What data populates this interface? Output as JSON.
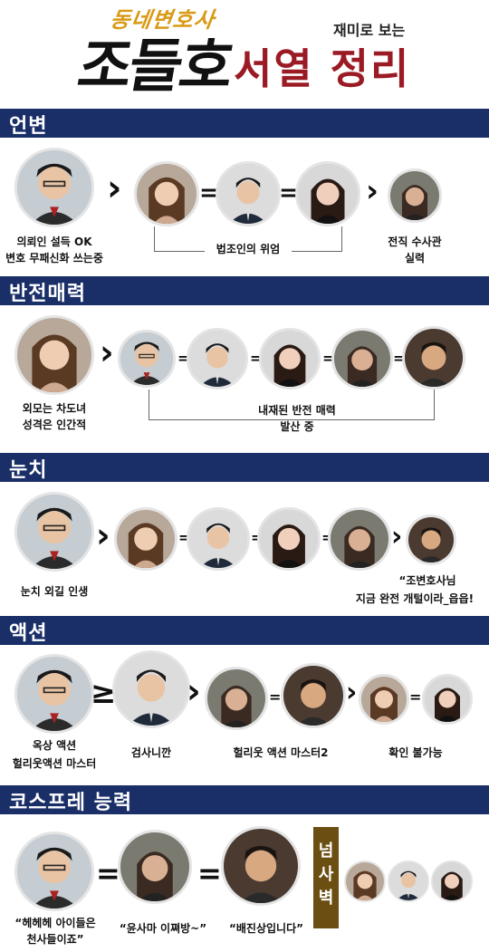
{
  "header": {
    "logo_small": "동네변호사",
    "logo_big": "조들호",
    "subtitle_small": "재미로 보는",
    "subtitle_big": "서열 정리"
  },
  "sections": {
    "s1": {
      "title": "언변",
      "cap1": "의뢰인 설득 OK",
      "cap2": "변호 무패신화 쓰는중",
      "cap3": "법조인의 위엄",
      "cap4": "전직 수사관",
      "cap5": "실력"
    },
    "s2": {
      "title": "반전매력",
      "cap1": "외모는 차도녀",
      "cap2": "성격은 인간적",
      "cap3": "내재된 반전 매력",
      "cap4": "발산 중"
    },
    "s3": {
      "title": "눈치",
      "cap1": "눈치 외길 인생",
      "cap2": "“조변호사님",
      "cap3": "지금 완전 개털이라_읍읍!"
    },
    "s4": {
      "title": "액션",
      "cap1": "옥상 액션",
      "cap2": "헐리웃액션 마스터",
      "cap3": "검사니깐",
      "cap4": "헐리웃 액션 마스터2",
      "cap5": "확인 불가능"
    },
    "s5": {
      "title": "코스프레 능력",
      "cap1": "“헤헤헤 아이들은",
      "cap2": "천사들이죠”",
      "cap3": "“윤사마 이쪄방~”",
      "cap4": "“배진상입니다”",
      "side": "넘사벽"
    }
  },
  "ops": {
    "gt": "›",
    "eq": "=",
    "ge": "≥"
  },
  "colors": {
    "section_bar": "#1a2f68",
    "title_red": "#9b1b25",
    "logo_gold": "#d99a16",
    "side_box": "#6b4e12"
  }
}
